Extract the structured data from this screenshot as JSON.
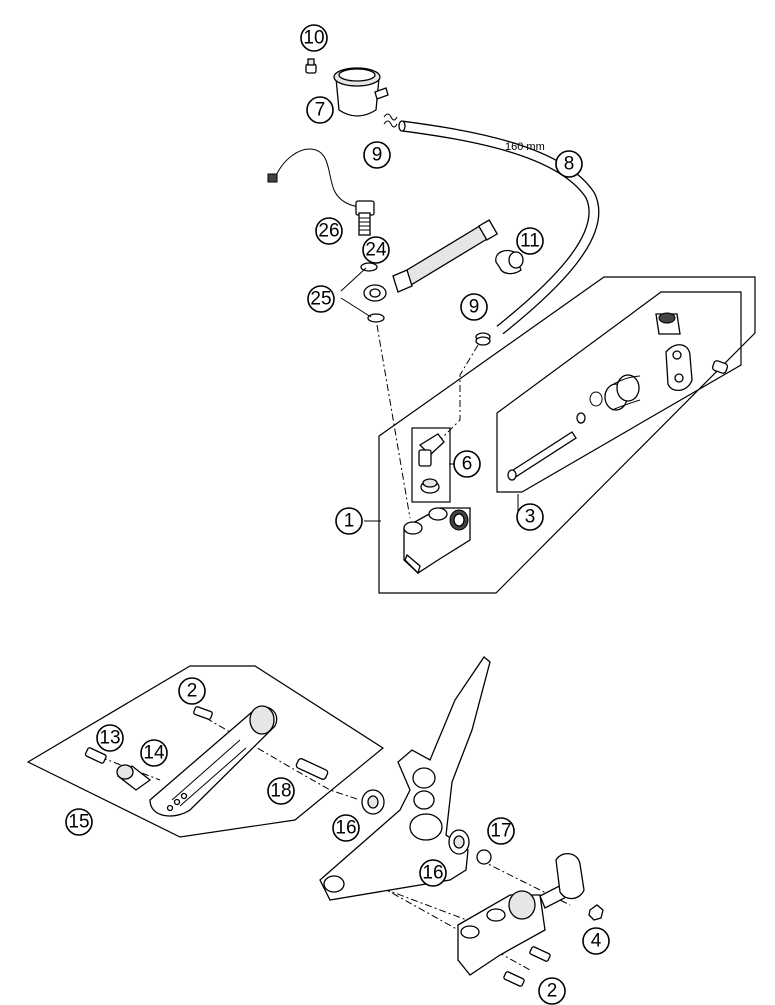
{
  "diagram": {
    "dimension_label": "160 mm",
    "callouts": {
      "c10": "10",
      "c7": "7",
      "c9a": "9",
      "c8": "8",
      "c26": "26",
      "c24": "24",
      "c11": "11",
      "c25": "25",
      "c9b": "9",
      "c6": "6",
      "c1": "1",
      "c3": "3",
      "c2a": "2",
      "c13": "13",
      "c14": "14",
      "c15": "15",
      "c18": "18",
      "c16a": "16",
      "c17": "17",
      "c16b": "16",
      "c4": "4",
      "c2b": "2"
    }
  }
}
